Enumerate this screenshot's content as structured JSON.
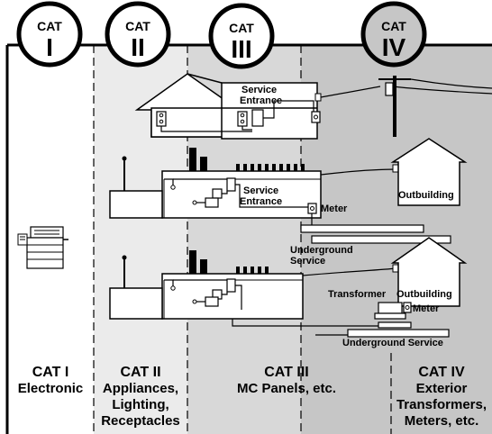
{
  "categories": [
    {
      "badge_top": "CAT",
      "badge_roman": "I",
      "title": "CAT I",
      "lines": [
        "Electronic"
      ],
      "shade": "#ffffff"
    },
    {
      "badge_top": "CAT",
      "badge_roman": "II",
      "title": "CAT II",
      "lines": [
        "Appliances,",
        "Lighting,",
        "Receptacles"
      ],
      "shade": "#e9e9e9"
    },
    {
      "badge_top": "CAT",
      "badge_roman": "III",
      "title": "CAT III",
      "lines": [
        "MC Panels, etc."
      ],
      "shade": "#d6d6d6"
    },
    {
      "badge_top": "CAT",
      "badge_roman": "IV",
      "title": "CAT IV",
      "lines": [
        "Exterior",
        "Transformers,",
        "Meters, etc."
      ],
      "shade": "#c3c3c3"
    }
  ],
  "labels": {
    "service_entrance_1": [
      "Service",
      "Entrance"
    ],
    "service_entrance_2": [
      "Service",
      "Entrance"
    ],
    "meter_1": "Meter",
    "outbuilding_1": "Outbuilding",
    "underground_service_1": [
      "Underground",
      "Service"
    ],
    "transformer": "Transformer",
    "outbuilding_2": "Outbuilding",
    "meter_2": "Meter",
    "underground_service_2": "Underground Service"
  }
}
